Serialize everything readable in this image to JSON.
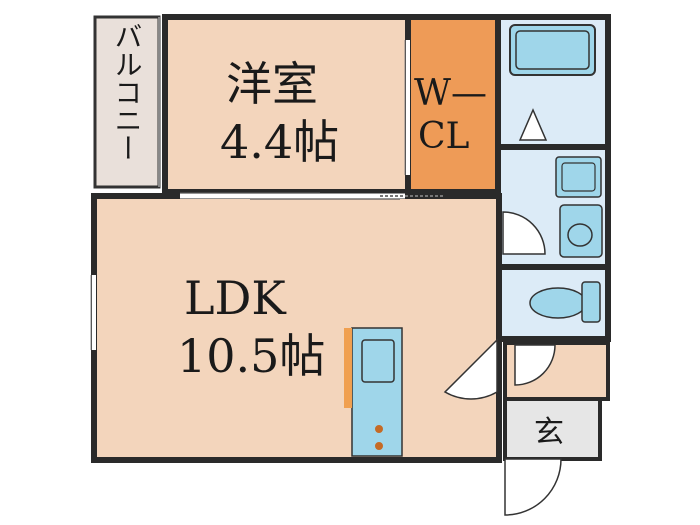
{
  "rooms": {
    "balcony": {
      "label": "バルコニー"
    },
    "western": {
      "name": "洋室",
      "size": "4.4帖"
    },
    "closet": {
      "line1": "W—",
      "line2": "CL"
    },
    "ldk": {
      "name": "LDK",
      "size": "10.5帖"
    },
    "entrance": {
      "label": "玄"
    }
  },
  "colors": {
    "wall": "#2a2a2a",
    "room_floor": "#f3d5bc",
    "closet_floor": "#ee9b57",
    "wet_area": "#dcebf7",
    "fixture": "#9fd6ea",
    "balcony": "#e9e0da",
    "entrance": "#e6e6e6",
    "kitchen_counter": "#9fd6ea",
    "kitchen_edge": "#f0a050"
  }
}
